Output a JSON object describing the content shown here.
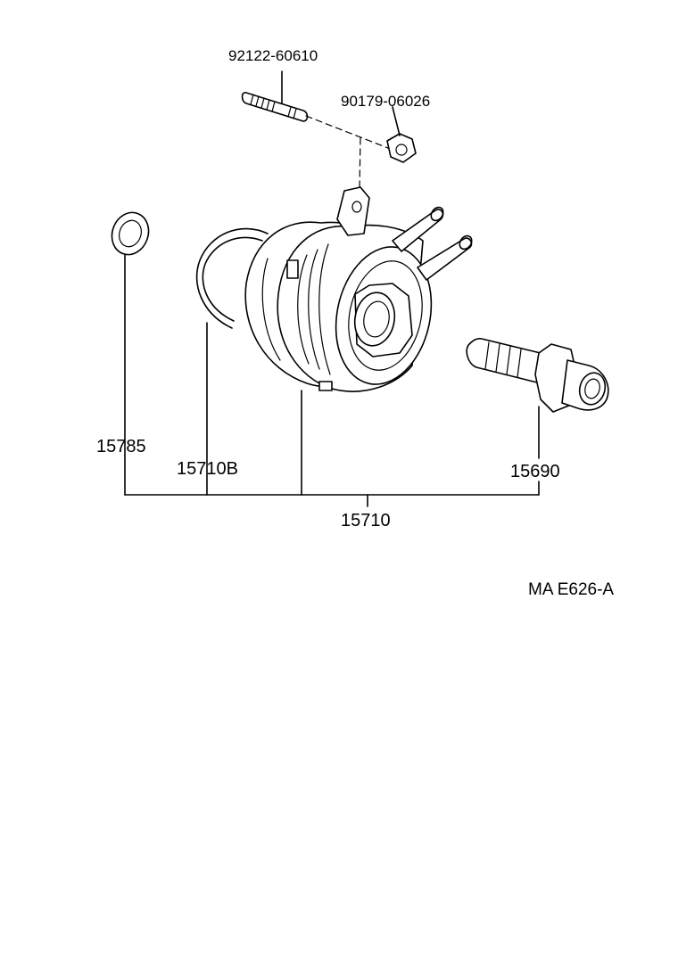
{
  "part_labels": {
    "stud": "92122-60610",
    "nut": "90179-06026",
    "gasket_ring": "15785",
    "o_ring": "15710B",
    "cooler_assy": "15710",
    "union_bolt": "15690"
  },
  "diagram_code": "MA E626-A"
}
